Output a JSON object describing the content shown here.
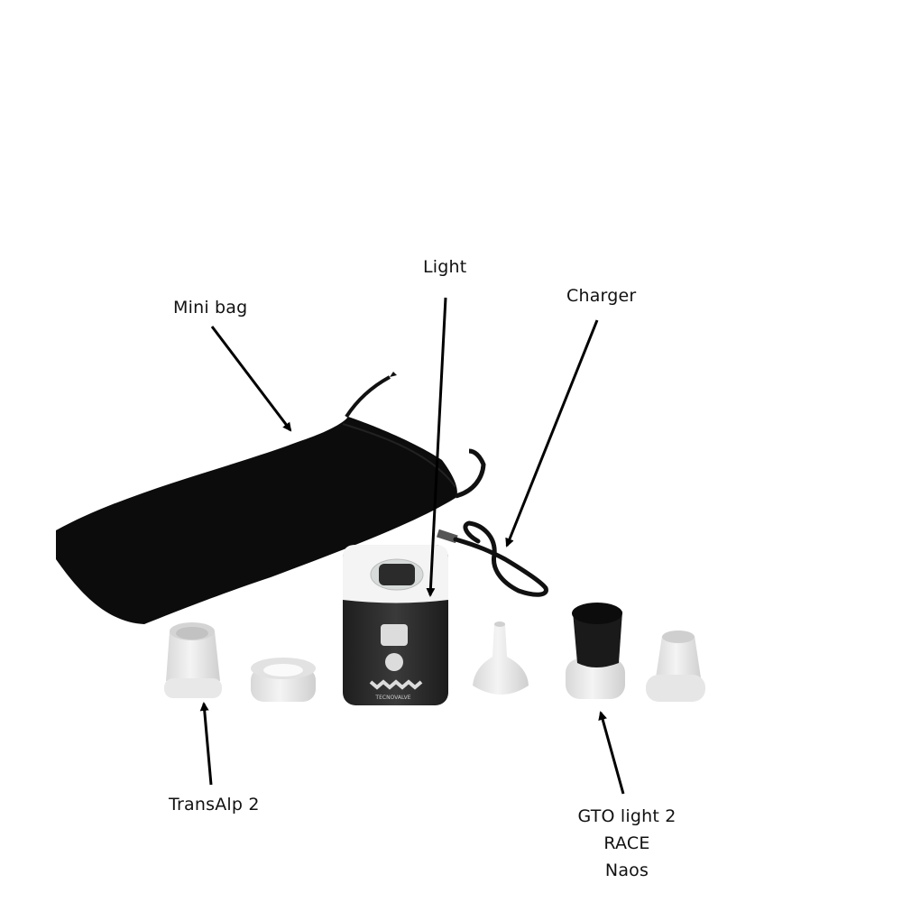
{
  "labels": {
    "mini_bag": "Mini bag",
    "light": "Light",
    "charger": "Charger",
    "transalp": "TransAlp 2",
    "gto_line1": "GTO light 2",
    "gto_line2": "RACE",
    "gto_line3": "Naos"
  },
  "device": {
    "brand_text": "TECNOVALVE"
  },
  "colors": {
    "background": "#ffffff",
    "bag": "#0c0c0c",
    "device_body": "#2a2a2a",
    "device_light": "#f4f4f4",
    "nozzle": "#e6e6e6",
    "arrow": "#000000"
  }
}
